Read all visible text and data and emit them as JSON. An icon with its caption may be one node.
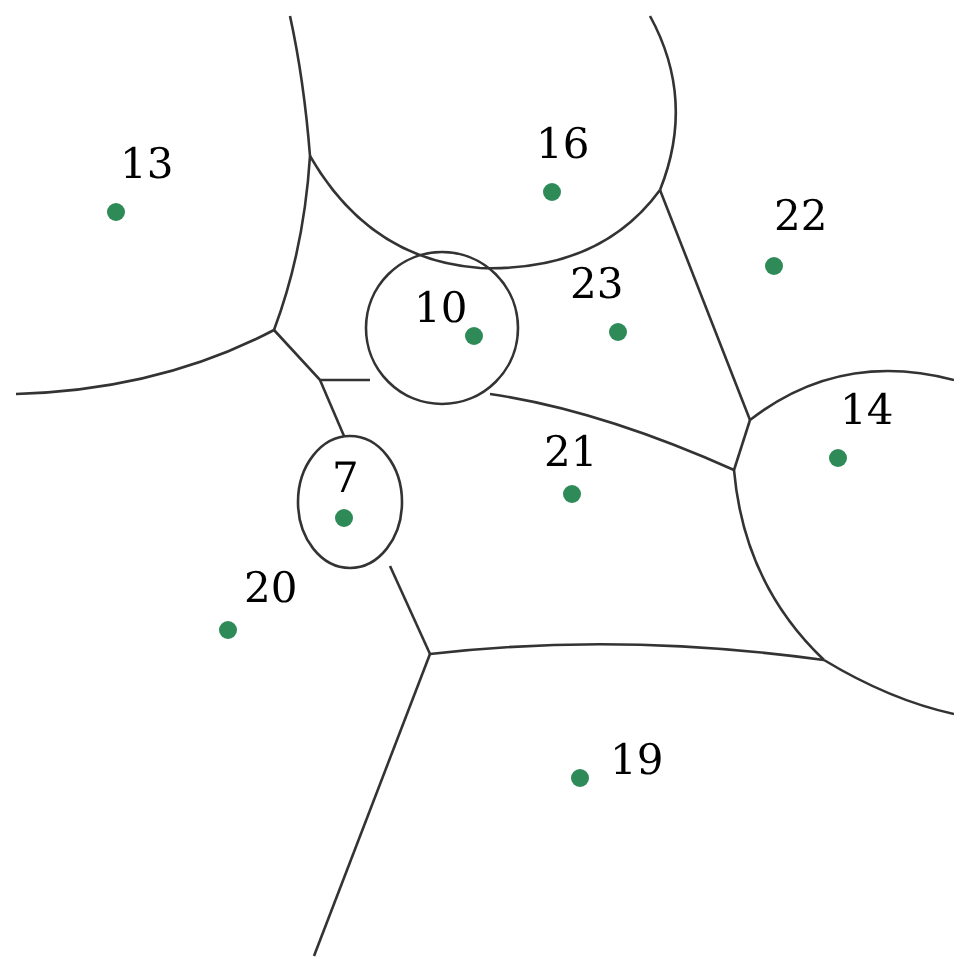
{
  "diagram": {
    "labels": [
      "16",
      "13",
      "22",
      "23",
      "10",
      "14",
      "21",
      "7",
      "20",
      "19"
    ]
  }
}
